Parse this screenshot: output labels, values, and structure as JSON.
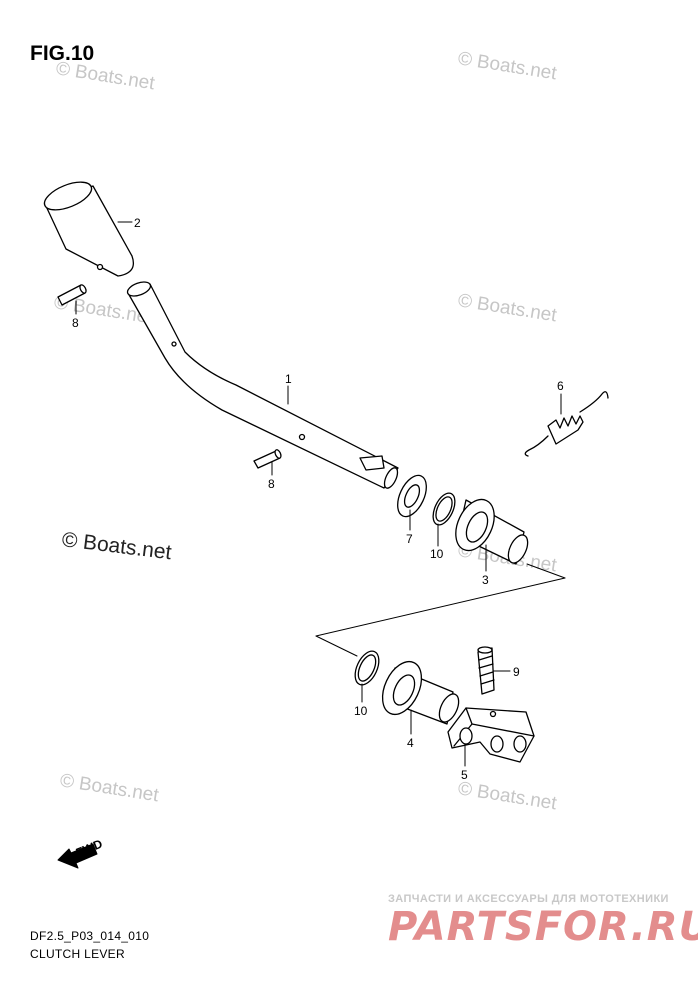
{
  "figure": {
    "title": "FIG.10"
  },
  "footer": {
    "part_code": "DF2.5_P03_014_010",
    "part_name": "CLUTCH LEVER"
  },
  "watermark": {
    "small": "© Boats.net",
    "large": "© Boats.net"
  },
  "fwd_icon": {
    "label": "FWD"
  },
  "store": {
    "tagline": "ЗАПЧАСТИ И АКСЕССУАРЫ ДЛЯ МОТОТЕХНИКИ",
    "logo": "PARTSFOR.RU"
  },
  "callouts": {
    "c1": "1",
    "c2": "2",
    "c3": "3",
    "c4": "4",
    "c5": "5",
    "c6": "6",
    "c7": "7",
    "c8a": "8",
    "c8b": "8",
    "c9": "9",
    "c10a": "10",
    "c10b": "10"
  },
  "colors": {
    "line": "#000000",
    "watermark": "#c6c6c6",
    "store_logo": "#e38d8d"
  }
}
